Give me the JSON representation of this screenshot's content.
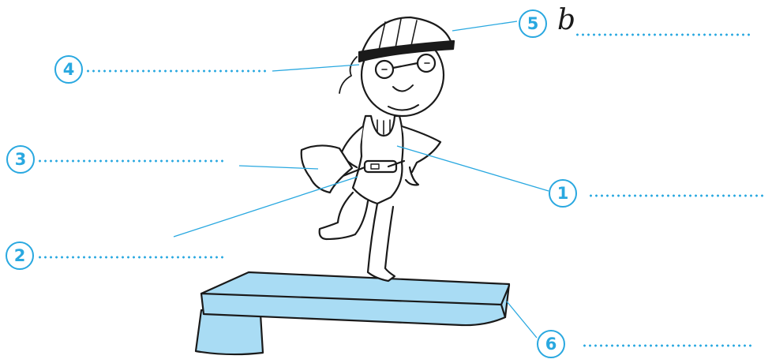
{
  "labels": [
    {
      "number": "1",
      "answer": ""
    },
    {
      "number": "2",
      "answer": ""
    },
    {
      "number": "3",
      "answer": ""
    },
    {
      "number": "4",
      "answer": ""
    },
    {
      "number": "5",
      "answer": "b"
    },
    {
      "number": "6",
      "answer": ""
    }
  ],
  "colors": {
    "accent": "#29a8e0",
    "fill_light": "#a9dcf4",
    "ink": "#1a1a1a"
  }
}
